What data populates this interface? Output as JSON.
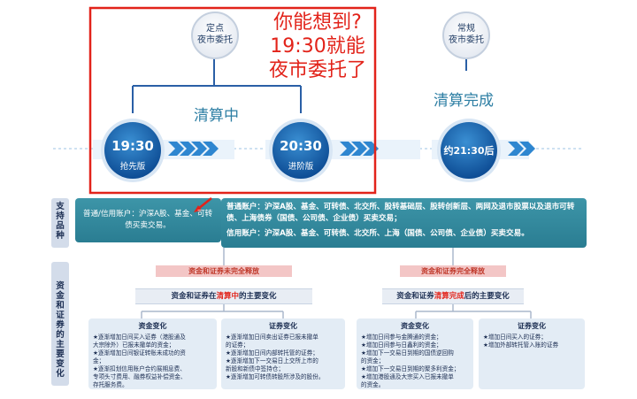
{
  "top": {
    "fixed_price": {
      "line1": "定点",
      "line2": "夜市委托"
    },
    "regular": {
      "line1": "常规",
      "line2": "夜市委托"
    },
    "callout": {
      "line1": "你能想到?",
      "line2": "19:30就能",
      "line3": "夜市委托了"
    },
    "clearing": "清算中",
    "clearing_done": "清算完成"
  },
  "timeline": [
    {
      "time": "19:30",
      "sub": "抢先版"
    },
    {
      "time": "20:30",
      "sub": "进阶版"
    },
    {
      "time": "约21:30后",
      "sub": ""
    }
  ],
  "support": {
    "label": "支持品种",
    "ordinary_credit": "普通/信用账户：沪深A股、基金、可转债买卖交易。",
    "ordinary": "普通账户：沪深A股、基金、可转债、北交所、股转基础层、股转创新层、两网及退市股票以及退市可转债、上海债券（国债、公司债、企业债）买卖交易；",
    "credit": "信用账户：沪深A股、基金、可转债、北交所、上海（国债、公司债、企业债）买卖交易。"
  },
  "changes": {
    "label": "资金和证券的主要变化",
    "left_pink": "资金和证券未完全释放",
    "left_main_pre": "资金和证券在",
    "left_main_red": "清算中",
    "left_main_post": "的主要变化",
    "right_pink": "资金和证券完全释放",
    "right_main_pre": "资金和证券",
    "right_main_red": "清算完成",
    "right_main_post": "后的主要变化",
    "card1": {
      "title": "资金变化",
      "lines": [
        "★逐渐增加日间买入证券（港股通及",
        "大宗除外）已报未撤单的资金；",
        "★逐渐增加日间银证转账未成功的资",
        "金；",
        "★逐渐扣划信用账户合约展期息费、",
        "专项头寸费用、融券权益补偿资金、",
        "存托服务费。"
      ]
    },
    "card2": {
      "title": "证券变化",
      "lines": [
        "★逐渐增加日间卖出证券已报未撤单",
        "的证券；",
        "★逐渐增加日间内部转托管的证券；",
        "★逐渐增加下一交易日上交所上市的",
        "新股和新债中签持仓；",
        "★逐渐增加可转债转股所涉及的股份。"
      ]
    },
    "card3": {
      "title": "资金变化",
      "lines": [
        "★增加日间参与金腾通的资金；",
        "★增加日间参与日鑫利的资金；",
        "★增加下一交易日到期的国债逆回购",
        "的资金；",
        "★增加下一交易日到期的聚多利资金；",
        "★增加港股通及大宗买入已报未撤单",
        "的资金。"
      ]
    },
    "card4": {
      "title": "证券变化",
      "lines": [
        "★增加日间买入的证券；",
        "★增加外部转托管入账的证券"
      ]
    }
  }
}
